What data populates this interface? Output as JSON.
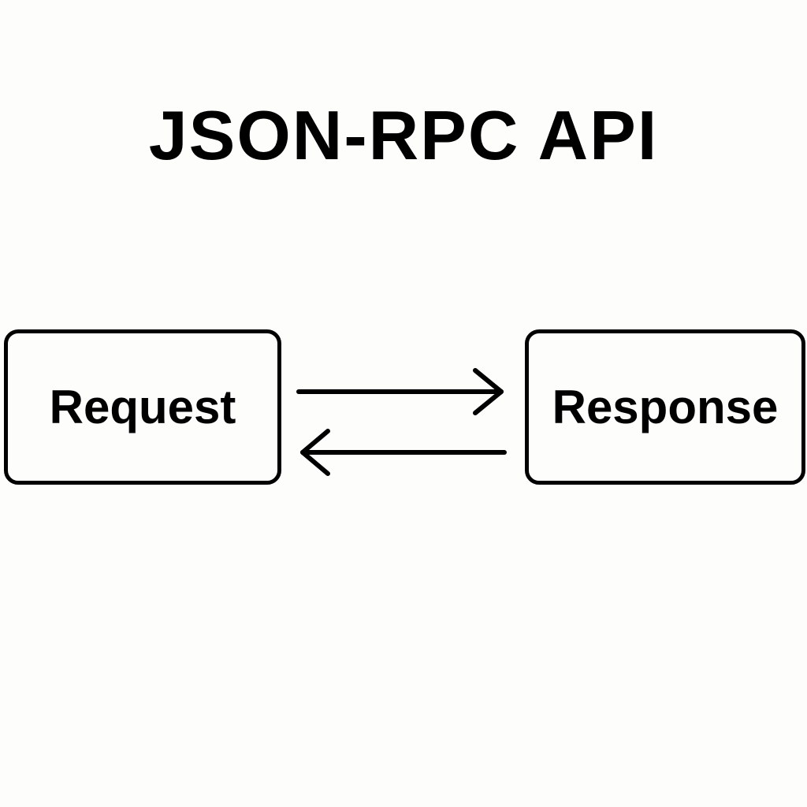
{
  "title": "JSON-RPC API",
  "nodes": {
    "request": {
      "label": "Request"
    },
    "response": {
      "label": "Response"
    }
  },
  "edges": [
    {
      "from": "request",
      "to": "response",
      "style": "arrow"
    },
    {
      "from": "response",
      "to": "request",
      "style": "arrow"
    }
  ],
  "colors": {
    "background": "#fdfdfb",
    "stroke": "#000000",
    "text": "#000000"
  }
}
